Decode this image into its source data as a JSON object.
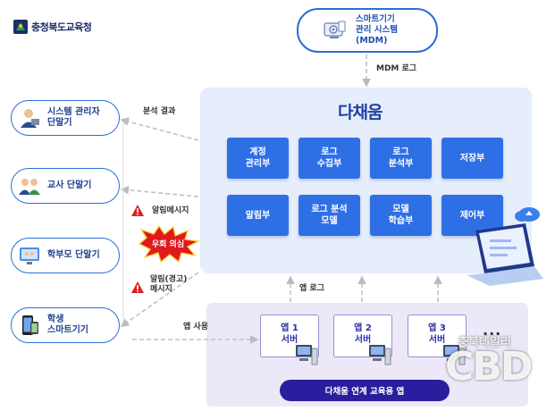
{
  "header": {
    "org_name": "충청북도교육청"
  },
  "mdm": {
    "label": "스마트기기\n관리 시스템\n(MDM)"
  },
  "labels": {
    "mdm_log": "MDM 로그",
    "analysis_result": "분석 결과",
    "alert_message": "알림메시지",
    "alert_warning": "알림(경고)\n메시지",
    "bypass_suspect": "우회 의심",
    "app_usage": "앱 사용",
    "app_log": "앱 로그"
  },
  "main": {
    "logo_text": "다채움",
    "modules": [
      "계정\n관리부",
      "로그\n수집부",
      "로그\n분석부",
      "저장부",
      "알림부",
      "로그 분석\n모델",
      "모델\n학습부",
      "제어부"
    ]
  },
  "users": [
    {
      "label": "시스템 관리자\n단말기",
      "icon": "admin-icon"
    },
    {
      "label": "교사 단말기",
      "icon": "teachers-icon"
    },
    {
      "label": "학부모 단말기",
      "icon": "parent-icon"
    },
    {
      "label": "학생\n스마트기기",
      "icon": "smartphone-icon"
    }
  ],
  "servers": [
    "앱 1\n서버",
    "앱 2\n서버",
    "앱 3\n서버"
  ],
  "more_indicator": "...",
  "bottom_pill": "다채움 연계 교육용 앱",
  "watermark": {
    "small": "충북데일리",
    "big": "CBD"
  }
}
